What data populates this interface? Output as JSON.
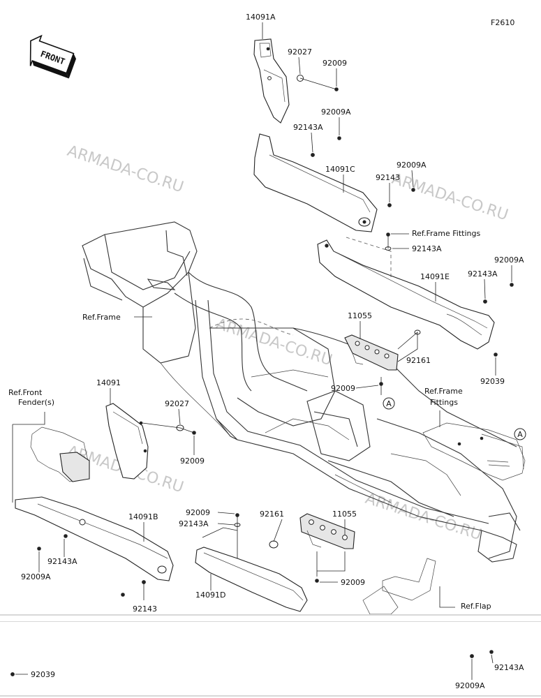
{
  "figure_code": "F2610",
  "front_marker": "FRONT",
  "watermark": "ARMADA-CO.RU",
  "point_marker": "A",
  "labels": {
    "p14091A": "14091A",
    "p92027_top": "92027",
    "p92009_top": "92009",
    "p92009A_1": "92009A",
    "p92143A_1": "92143A",
    "p14091C": "14091C",
    "p92009A_2": "92009A",
    "p92143_1": "92143",
    "ref_frame_fittings_1": "Ref.Frame Fittings",
    "p92143A_2": "92143A",
    "p92009A_3": "92009A",
    "p14091E": "14091E",
    "p92143A_3": "92143A",
    "ref_frame": "Ref.Frame",
    "p11055_1": "11055",
    "p92161_1": "92161",
    "p92009_mid": "92009",
    "p92039_1": "92039",
    "ref_front_fender_1": "Ref.Front",
    "ref_front_fender_2": "Fender(s)",
    "p14091": "14091",
    "p92027_mid": "92027",
    "p92009_left": "92009",
    "ref_frame_fittings_2a": "Ref.Frame",
    "ref_frame_fittings_2b": "Fittings",
    "p14091B": "14091B",
    "p92009_low": "92009",
    "p92143A_4": "92143A",
    "p92161_2": "92161",
    "p11055_2": "11055",
    "p92143A_5": "92143A",
    "p92009A_4": "92009A",
    "p14091D": "14091D",
    "p92009_bottom": "92009",
    "p92143_2": "92143",
    "ref_flap": "Ref.Flap",
    "p92039_2": "92039",
    "p92143A_6": "92143A",
    "p92009A_5": "92009A"
  }
}
